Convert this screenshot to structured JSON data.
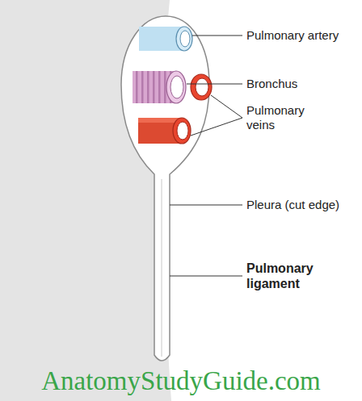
{
  "diagram": {
    "labels": [
      "Pulmonary artery",
      "Bronchus",
      "Pulmonary veins",
      "Pleura (cut edge)",
      "Pulmonary ligament",
      "AnatomyStudyGuide.com"
    ]
  }
}
